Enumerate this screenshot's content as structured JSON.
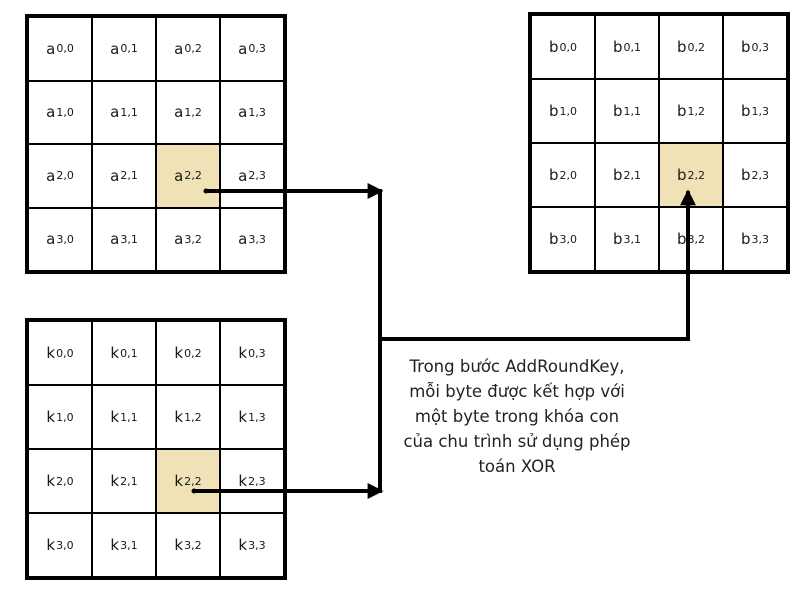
{
  "matrices": {
    "a": {
      "letter": "a",
      "cells": [
        [
          "0,0",
          "0,1",
          "0,2",
          "0,3"
        ],
        [
          "1,0",
          "1,1",
          "1,2",
          "1,3"
        ],
        [
          "2,0",
          "2,1",
          "2,2",
          "2,3"
        ],
        [
          "3,0",
          "3,1",
          "3,2",
          "3,3"
        ]
      ],
      "highlight": "2,2"
    },
    "b": {
      "letter": "b",
      "cells": [
        [
          "0,0",
          "0,1",
          "0,2",
          "0,3"
        ],
        [
          "1,0",
          "1,1",
          "1,2",
          "1,3"
        ],
        [
          "2,0",
          "2,1",
          "2,2",
          "2,3"
        ],
        [
          "3,0",
          "3,1",
          "3,2",
          "3,3"
        ]
      ],
      "highlight": "2,2"
    },
    "k": {
      "letter": "k",
      "cells": [
        [
          "0,0",
          "0,1",
          "0,2",
          "0,3"
        ],
        [
          "1,0",
          "1,1",
          "1,2",
          "1,3"
        ],
        [
          "2,0",
          "2,1",
          "2,2",
          "2,3"
        ],
        [
          "3,0",
          "3,1",
          "3,2",
          "3,3"
        ]
      ],
      "highlight": "2,2"
    }
  },
  "caption": {
    "lines": [
      "Trong bước AddRoundKey,",
      "mỗi byte được kết hợp với",
      "một byte trong khóa con",
      "của chu trình sử dụng phép",
      "toán XOR"
    ]
  },
  "colors": {
    "highlight": "#f0e2b6",
    "border": "#000000",
    "arrow": "#000000"
  }
}
